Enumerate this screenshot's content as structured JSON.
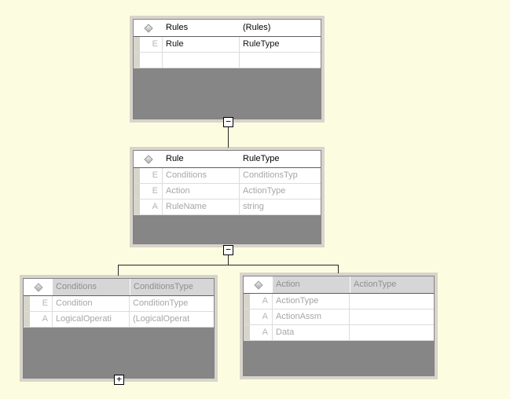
{
  "diagram": {
    "background_color": "#FCFCE0",
    "table_body_color": "#868686",
    "frame_color": "#D8D4CB",
    "inactive_header_color": "#D6D6D6",
    "icons": {
      "header_marker": "diamond-icon"
    },
    "tables": [
      {
        "name": "Rules",
        "type": "(Rules)",
        "rows": [
          {
            "tag": "E",
            "name": "Rule",
            "type": "RuleType"
          },
          {
            "tag": "",
            "name": "",
            "type": ""
          }
        ]
      },
      {
        "name": "Rule",
        "type": "RuleType",
        "rows": [
          {
            "tag": "E",
            "name": "Conditions",
            "type": "ConditionsTyp"
          },
          {
            "tag": "E",
            "name": "Action",
            "type": "ActionType"
          },
          {
            "tag": "A",
            "name": "RuleName",
            "type": "string"
          }
        ]
      },
      {
        "name": "Conditions",
        "type": "ConditionsType",
        "rows": [
          {
            "tag": "E",
            "name": "Condition",
            "type": "ConditionType"
          },
          {
            "tag": "A",
            "name": "LogicalOperati",
            "type": "(LogicalOperat"
          }
        ]
      },
      {
        "name": "Action",
        "type": "ActionType",
        "rows": [
          {
            "tag": "A",
            "name": "ActionType",
            "type": ""
          },
          {
            "tag": "A",
            "name": "ActionAssm",
            "type": ""
          },
          {
            "tag": "A",
            "name": "Data",
            "type": ""
          }
        ]
      }
    ],
    "expanders": [
      {
        "target": "Rules",
        "glyph": "−"
      },
      {
        "target": "Rule",
        "glyph": "−"
      },
      {
        "target": "Conditions",
        "glyph": "+"
      }
    ]
  }
}
